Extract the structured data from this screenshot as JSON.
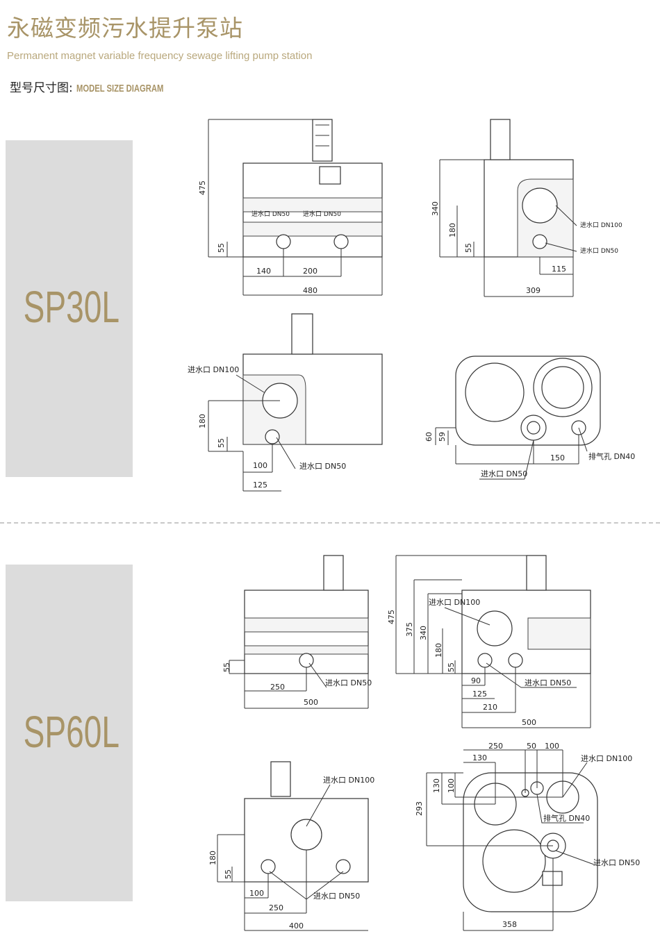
{
  "header": {
    "title": "永磁变频污水提升泵站",
    "subtitle": "Permanent magnet variable frequency sewage lifting pump station",
    "section_cn": "型号尺寸图:",
    "section_en": "MODEL SIZE DIAGRAM"
  },
  "models": [
    {
      "name": "SP30L",
      "views": [
        {
          "labels": [
            "475",
            "55",
            "140",
            "200",
            "480",
            "进水口 DN50",
            "进水口 DN50"
          ]
        },
        {
          "labels": [
            "340",
            "180",
            "55",
            "进水口 DN100",
            "进水口 DN50",
            "115",
            "309"
          ]
        },
        {
          "labels": [
            "进水口 DN100",
            "180",
            "55",
            "100",
            "进水口 DN50",
            "125"
          ]
        },
        {
          "labels": [
            "60",
            "59",
            "150",
            "排气孔 DN40",
            "进水口 DN50"
          ]
        }
      ]
    },
    {
      "name": "SP60L",
      "views": [
        {
          "labels": [
            "55",
            "250",
            "进水口 DN50",
            "500"
          ]
        },
        {
          "labels": [
            "475",
            "375",
            "340",
            "进水口 DN100",
            "180",
            "55",
            "90",
            "进水口 DN50",
            "125",
            "210",
            "500"
          ]
        },
        {
          "labels": [
            "进水口 DN100",
            "180",
            "55",
            "100",
            "进水口 DN50",
            "250",
            "400"
          ]
        },
        {
          "labels": [
            "250",
            "50",
            "100",
            "130",
            "进水口 DN100",
            "130",
            "100",
            "293",
            "排气孔 DN40",
            "进水口 DN50",
            "358"
          ]
        }
      ]
    }
  ]
}
